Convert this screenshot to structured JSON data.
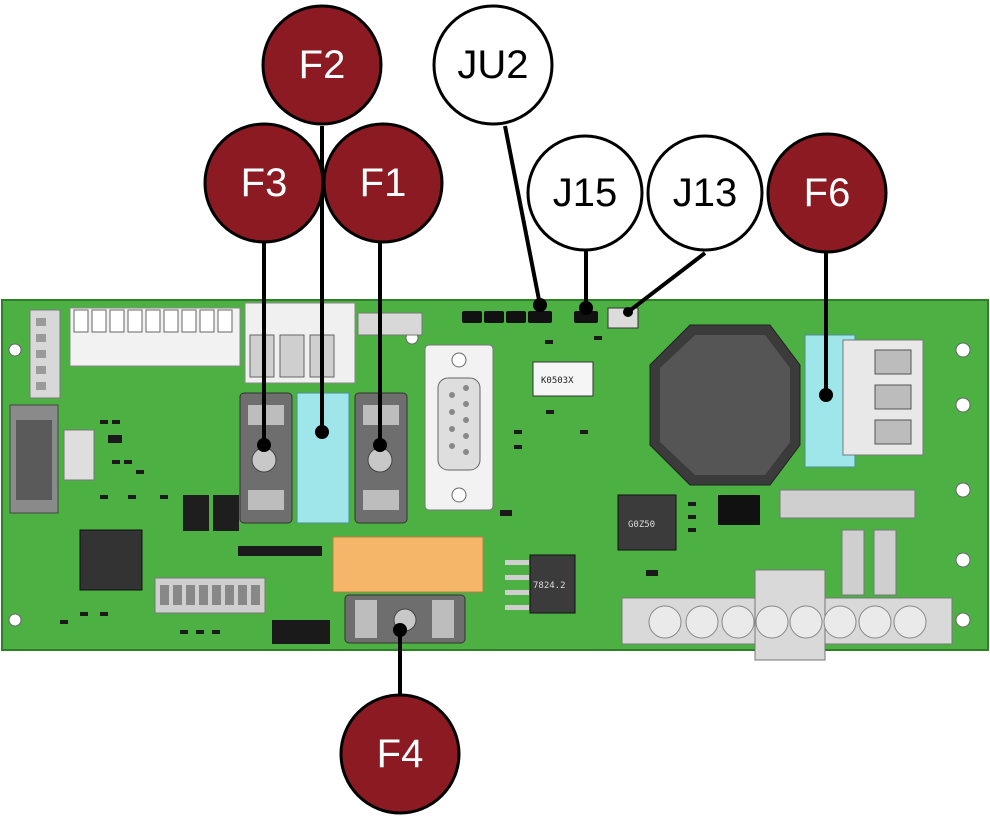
{
  "diagram": {
    "board_color": "#4cb043",
    "fuse_callout_color": "#8b1a22",
    "jumper_callout_color": "#ffffff",
    "callouts": {
      "F1": {
        "label": "F1",
        "kind": "fuse"
      },
      "F2": {
        "label": "F2",
        "kind": "fuse"
      },
      "F3": {
        "label": "F3",
        "kind": "fuse"
      },
      "F4": {
        "label": "F4",
        "kind": "fuse"
      },
      "F6": {
        "label": "F6",
        "kind": "fuse"
      },
      "JU2": {
        "label": "JU2",
        "kind": "jumper"
      },
      "J15": {
        "label": "J15",
        "kind": "connector"
      },
      "J13": {
        "label": "J13",
        "kind": "connector"
      }
    },
    "chip_markings": {
      "u1": "K0503X",
      "u2": "G0Z50",
      "u3": "7824.2"
    }
  }
}
